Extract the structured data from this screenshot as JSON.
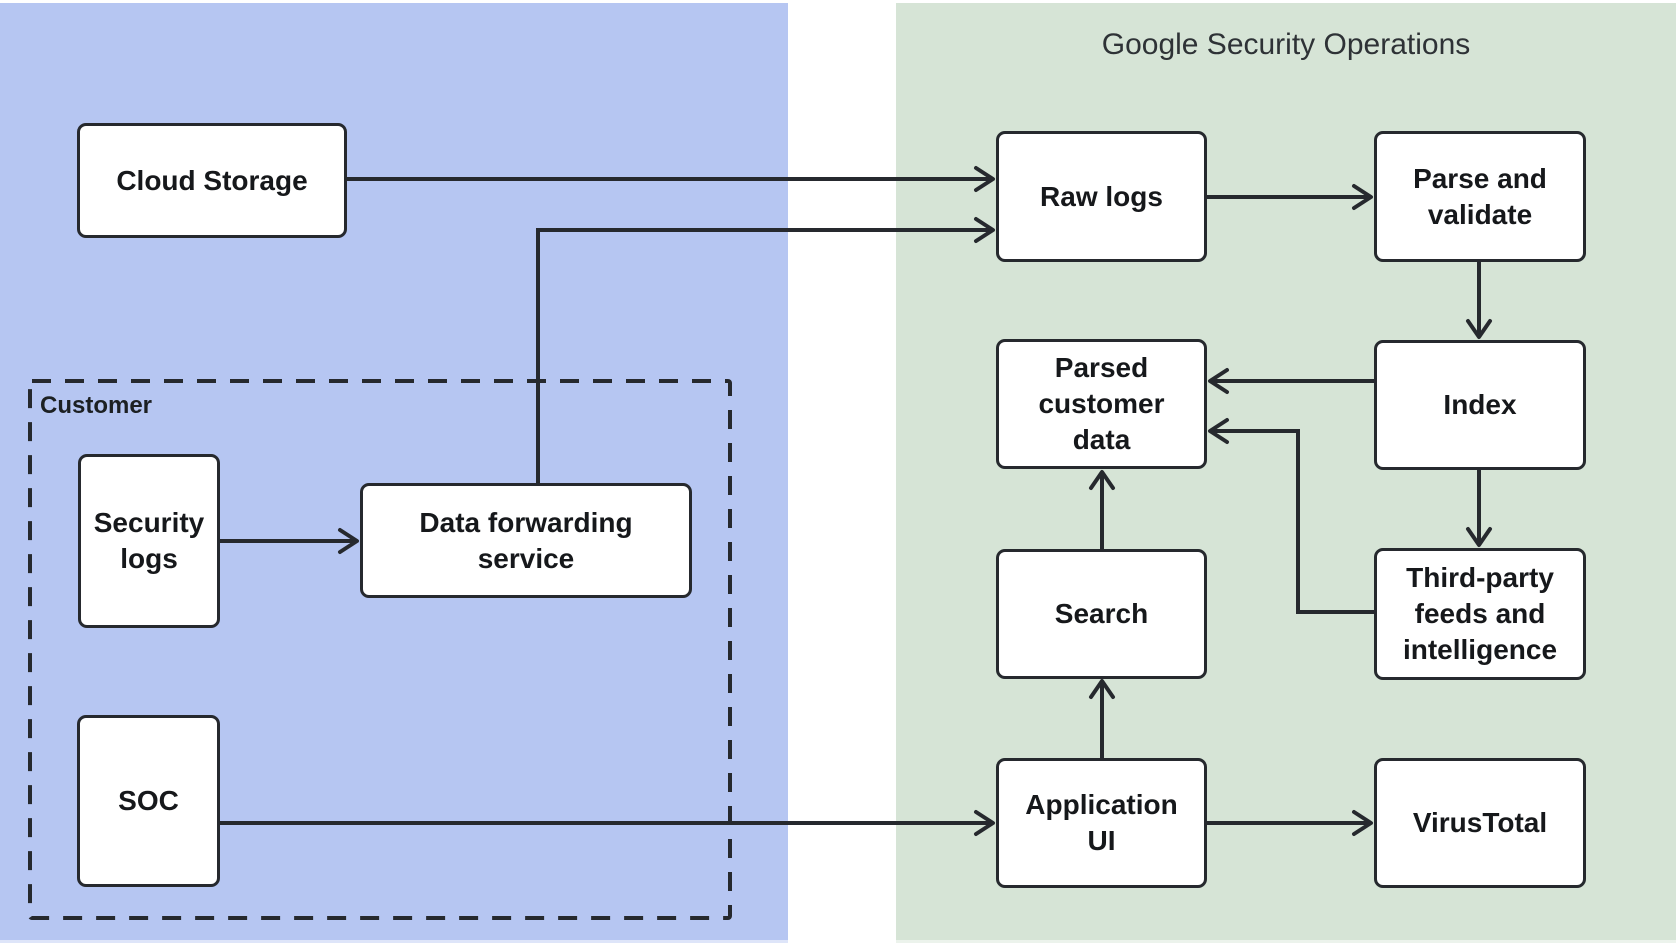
{
  "diagram": {
    "title": "Google Security Operations",
    "customer_group_label": "Customer",
    "colors": {
      "customer_zone_fill": "#b6c6f2",
      "google_zone_fill": "#d6e4d6",
      "node_fill": "#ffffff",
      "line_and_border": "#26292e",
      "node_text": "#16181b",
      "title_text": "#2e3236"
    },
    "nodes": [
      {
        "id": "cloud-storage",
        "zone": "customer",
        "label": "Cloud Storage"
      },
      {
        "id": "security-logs",
        "zone": "customer",
        "label": "Security logs"
      },
      {
        "id": "data-forwarding-service",
        "zone": "customer",
        "label": "Data forwarding service"
      },
      {
        "id": "soc",
        "zone": "customer",
        "label": "SOC"
      },
      {
        "id": "raw-logs",
        "zone": "google",
        "label": "Raw logs"
      },
      {
        "id": "parse-and-validate",
        "zone": "google",
        "label": "Parse and validate"
      },
      {
        "id": "parsed-customer-data",
        "zone": "google",
        "label": "Parsed customer data"
      },
      {
        "id": "index",
        "zone": "google",
        "label": "Index"
      },
      {
        "id": "search",
        "zone": "google",
        "label": "Search"
      },
      {
        "id": "third-party-feeds",
        "zone": "google",
        "label": "Third-party feeds and intelligence"
      },
      {
        "id": "application-ui",
        "zone": "google",
        "label": "Application UI"
      },
      {
        "id": "virustotal",
        "zone": "google",
        "label": "VirusTotal"
      }
    ],
    "edges": [
      {
        "from": "cloud-storage",
        "to": "raw-logs"
      },
      {
        "from": "data-forwarding-service",
        "to": "raw-logs"
      },
      {
        "from": "security-logs",
        "to": "data-forwarding-service"
      },
      {
        "from": "soc",
        "to": "application-ui"
      },
      {
        "from": "raw-logs",
        "to": "parse-and-validate"
      },
      {
        "from": "parse-and-validate",
        "to": "index"
      },
      {
        "from": "index",
        "to": "parsed-customer-data"
      },
      {
        "from": "index",
        "to": "third-party-feeds"
      },
      {
        "from": "third-party-feeds",
        "to": "parsed-customer-data"
      },
      {
        "from": "search",
        "to": "parsed-customer-data"
      },
      {
        "from": "application-ui",
        "to": "search"
      },
      {
        "from": "application-ui",
        "to": "virustotal"
      }
    ]
  }
}
